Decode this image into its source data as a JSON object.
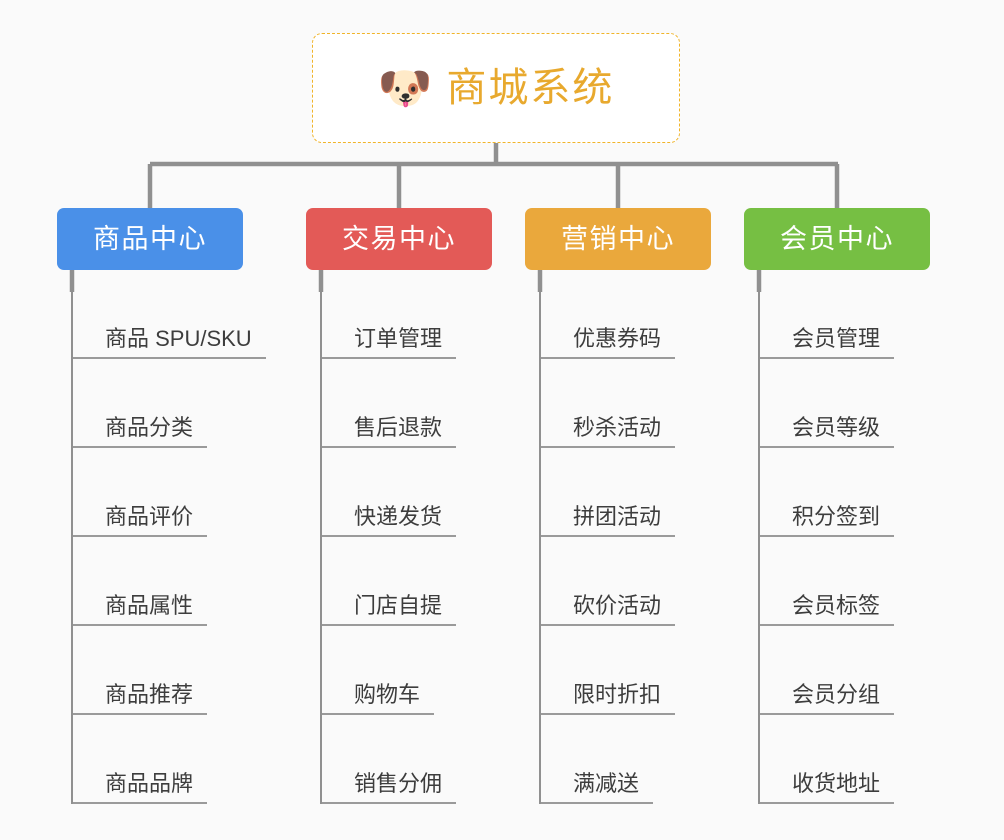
{
  "page": {
    "background_color": "#fafafa",
    "type": "organization-chart"
  },
  "root": {
    "emoji": "🐶",
    "emoji_name": "dog-face-emoji",
    "title": "商城系统",
    "text_color": "#e8a92e",
    "border_color": "#f0b429",
    "background_color": "#ffffff"
  },
  "connector": {
    "color": "#909090"
  },
  "branches": [
    {
      "title": "商品中心",
      "color": "#4a90e8",
      "items": [
        "商品 SPU/SKU",
        "商品分类",
        "商品评价",
        "商品属性",
        "商品推荐",
        "商品品牌"
      ]
    },
    {
      "title": "交易中心",
      "color": "#e35a57",
      "items": [
        "订单管理",
        "售后退款",
        "快递发货",
        "门店自提",
        "购物车",
        "销售分佣"
      ]
    },
    {
      "title": "营销中心",
      "color": "#eaa83c",
      "items": [
        "优惠券码",
        "秒杀活动",
        "拼团活动",
        "砍价活动",
        "限时折扣",
        "满减送"
      ]
    },
    {
      "title": "会员中心",
      "color": "#76bf43",
      "items": [
        "会员管理",
        "会员等级",
        "积分签到",
        "会员标签",
        "会员分组",
        "收货地址"
      ]
    }
  ]
}
